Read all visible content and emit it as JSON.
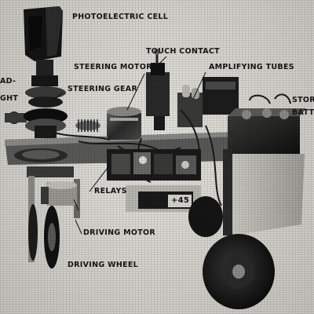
{
  "labels": {
    "photoelectric_cell": "PHOTOELECTRIC CELL",
    "touch_contact": "TOUCH CONTACT",
    "steering_motor": "STEERING MOTOR",
    "amplifying_tubes": "AMPLIFYING TUBES",
    "steering_gear": "STEERING GEAR",
    "head_light_partial_1": "AD-",
    "head_light_partial_2": "GHT",
    "storage_battery_partial_1": "STORA",
    "storage_battery_partial_2": "BATTE",
    "relays": "RELAYS",
    "driving_motor": "DRIVING MOTOR",
    "driving_wheel": "DRIVING WHEEL"
  },
  "meter_readout": "+45"
}
